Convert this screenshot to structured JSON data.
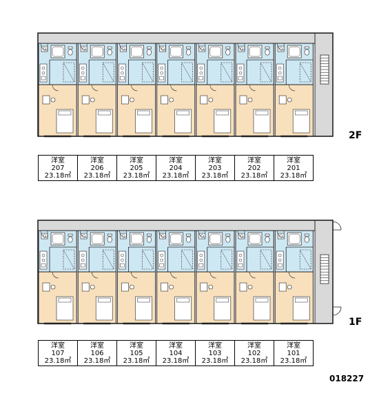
{
  "colors": {
    "corridor": "#d9d9d9",
    "wet_area": "#cde7f3",
    "room": "#f8e0bd",
    "wall": "#222222"
  },
  "floors": [
    {
      "label": "2F",
      "units": [
        {
          "type": "洋室",
          "number": "207",
          "area": "23.18㎡"
        },
        {
          "type": "洋室",
          "number": "206",
          "area": "23.18㎡"
        },
        {
          "type": "洋室",
          "number": "205",
          "area": "23.18㎡"
        },
        {
          "type": "洋室",
          "number": "204",
          "area": "23.18㎡"
        },
        {
          "type": "洋室",
          "number": "203",
          "area": "23.18㎡"
        },
        {
          "type": "洋室",
          "number": "202",
          "area": "23.18㎡"
        },
        {
          "type": "洋室",
          "number": "201",
          "area": "23.18㎡"
        }
      ]
    },
    {
      "label": "1F",
      "units": [
        {
          "type": "洋室",
          "number": "107",
          "area": "23.18㎡"
        },
        {
          "type": "洋室",
          "number": "106",
          "area": "23.18㎡"
        },
        {
          "type": "洋室",
          "number": "105",
          "area": "23.18㎡"
        },
        {
          "type": "洋室",
          "number": "104",
          "area": "23.18㎡"
        },
        {
          "type": "洋室",
          "number": "103",
          "area": "23.18㎡"
        },
        {
          "type": "洋室",
          "number": "102",
          "area": "23.18㎡"
        },
        {
          "type": "洋室",
          "number": "101",
          "area": "23.18㎡"
        }
      ]
    }
  ],
  "doc_number": "018227"
}
